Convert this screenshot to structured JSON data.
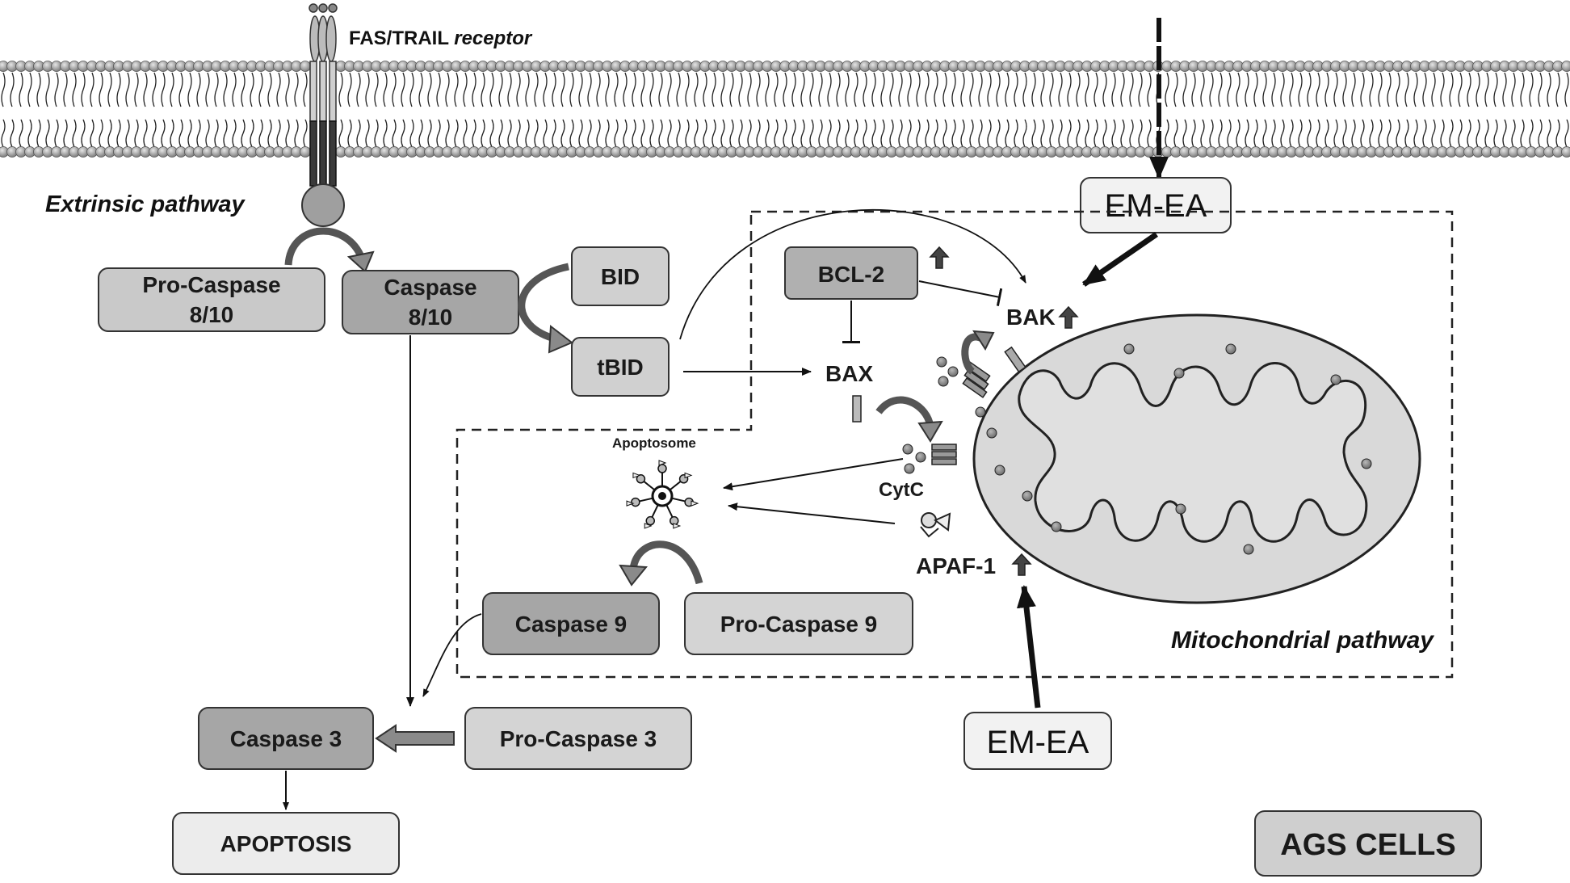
{
  "receptor": {
    "label_main": "FAS/TRAIL ",
    "label_italic": "receptor"
  },
  "membrane_agent_top": "EM-EA",
  "extrinsic_pathway_label": "Extrinsic pathway",
  "mitochondrial_pathway_label": "Mitochondrial pathway",
  "boxes": {
    "pro_caspase_8_10": {
      "line1": "Pro-Caspase",
      "line2": "8/10"
    },
    "caspase_8_10": {
      "line1": "Caspase",
      "line2": "8/10"
    },
    "bid": "BID",
    "tbid": "tBID",
    "bcl2": "BCL-2",
    "caspase_9": "Caspase 9",
    "pro_caspase_9": "Pro-Caspase 9",
    "caspase_3": "Caspase 3",
    "pro_caspase_3": "Pro-Caspase 3",
    "apoptosis": "APOPTOSIS",
    "em_ea_bottom": "EM-EA",
    "ags_cells": "AGS CELLS"
  },
  "labels": {
    "bak": "BAK",
    "bax": "BAX",
    "cytc": "CytC",
    "apaf1": "APAF-1",
    "apoptosome": "Apoptosome"
  },
  "colors": {
    "box_dark": "#a6a6a6",
    "box_mid": "#c9c9c9",
    "box_light": "#ececec",
    "membrane_head": "#9a9a9a",
    "mito_fill": "#d9d9d9",
    "line": "#111111"
  }
}
